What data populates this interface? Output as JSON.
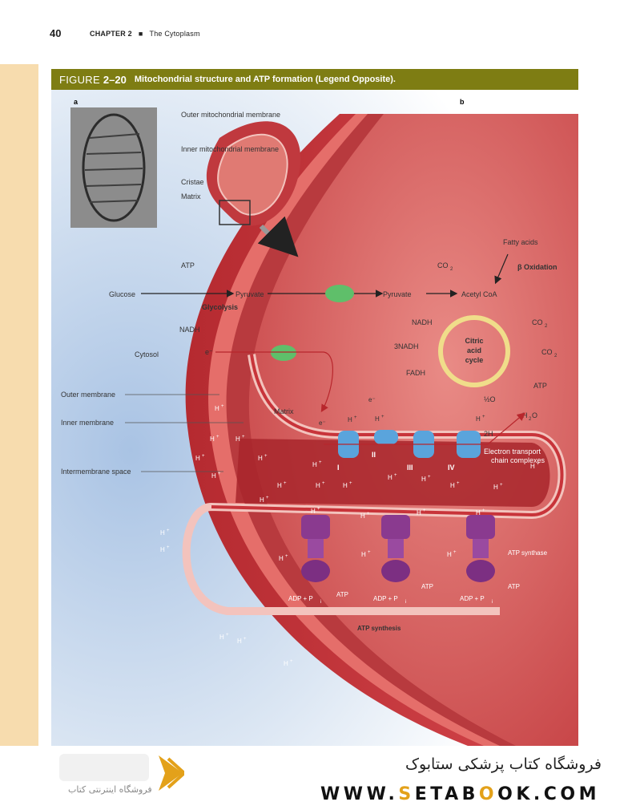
{
  "header": {
    "page_number": "40",
    "chapter": "CHAPTER 2",
    "separator": "■",
    "section": "The Cytoplasm"
  },
  "figure": {
    "label_prefix": "FIGURE",
    "label_number": "2–20",
    "title": "Mitochondrial structure and ATP formation (Legend Opposite).",
    "panel_a": "a",
    "panel_b": "b",
    "micro_labels": {
      "outer": "Outer mitochondrial membrane",
      "inner": "Inner mitochondrial membrane",
      "cristae": "Cristae",
      "matrix": "Matrix"
    },
    "labels": {
      "atp_top": "ATP",
      "glucose": "Glucose",
      "pyruvate": "Pyruvate",
      "glycolysis": "Glycolysis",
      "nadh_cyto": "NADH",
      "e_minus": "e⁻",
      "cytosol": "Cytosol",
      "outer_membrane": "Outer membrane",
      "inner_membrane": "Inner membrane",
      "intermembrane_space": "Intermembrane space",
      "matrix": "Matrix",
      "pyruvate_mito": "Pyruvate",
      "co2": "CO",
      "two": "2",
      "fatty_acids": "Fatty acids",
      "beta_oxidation": "β Oxidation",
      "acetyl_coa": "Acetyl CoA",
      "nadh": "NADH",
      "three_nadh": "3NADH",
      "fadh": "FADH",
      "citric": "Citric",
      "acid": "acid",
      "cycle": "cycle",
      "atp": "ATP",
      "half_o2": "½O",
      "h2o_h": "H",
      "h2o_o": "O",
      "two_h_plus": "2H",
      "h": "H",
      "plus": "+",
      "etc_line1": "Electron transport",
      "etc_line2": "chain complexes",
      "complex_i": "I",
      "complex_ii": "II",
      "complex_iii": "III",
      "complex_iv": "IV",
      "atp_synthase": "ATP synthase",
      "adp_pi": "ADP + P",
      "i_sub": "i",
      "atp_synthesis": "ATP synthesis"
    }
  },
  "footer": {
    "persian_title": "فروشگاه کتاب پزشکی ستابوک",
    "url_prefix": "WWW.",
    "url_s": "S",
    "url_e": "E",
    "url_t": "T",
    "url_a": "A",
    "url_b": "B",
    "url_o1": "O",
    "url_o2": "O",
    "url_k": "K",
    "url_suffix": ".COM",
    "logo_tagline": "فروشگاه اینترنتی کتاب"
  },
  "colors": {
    "figure_bar": "#7e7d13",
    "sidebar": "#f7dcae",
    "membrane": "#c8343a",
    "matrix": "#d9615f",
    "intermembrane": "#a8262c",
    "cytosol": "#c9d9ee",
    "etc_protein": "#5aa4dc",
    "atp_synthase": "#8a3a8f",
    "transporter": "#5fbf6a",
    "citric_cycle": "#f0dd8a",
    "logo_gold": "#e3a11a"
  }
}
